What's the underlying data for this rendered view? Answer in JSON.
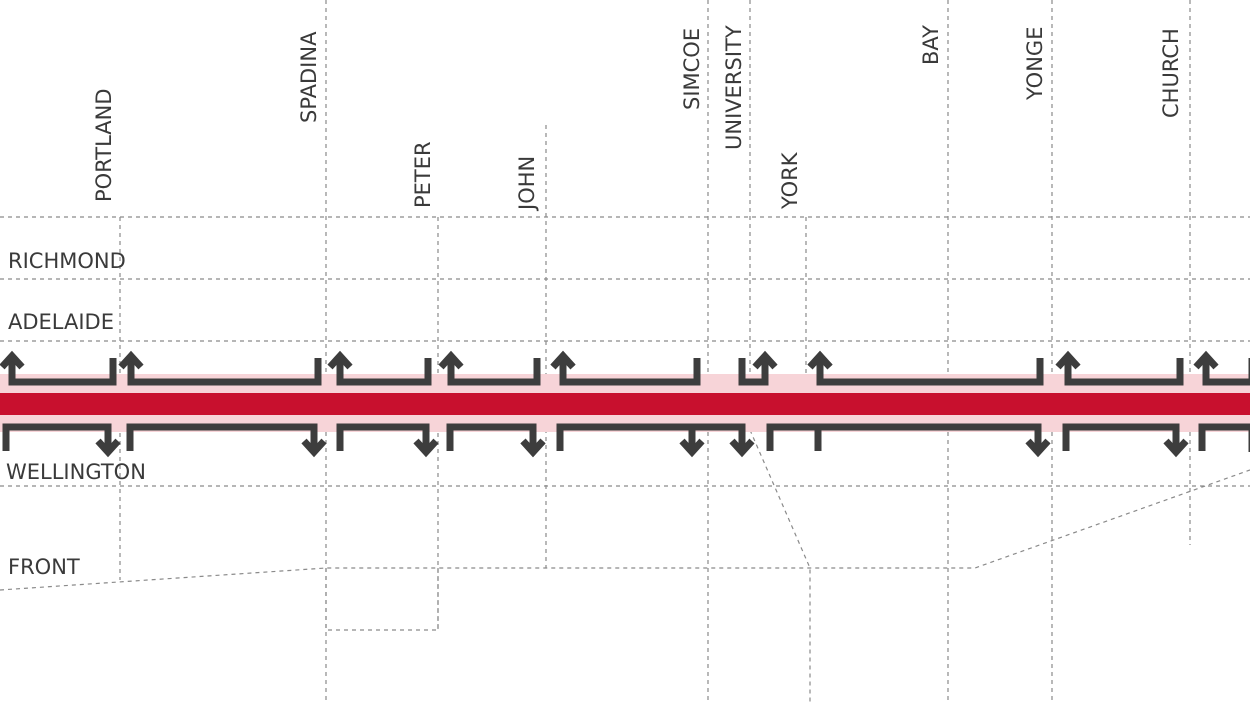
{
  "map": {
    "colors": {
      "street_line": "#8a8a8a",
      "corridor_core": "#c8102e",
      "corridor_halo": "#f7d4d8",
      "turn_arrow": "#3d3d3d",
      "label": "#3a3a3a"
    },
    "north_south_streets": {
      "portland": "PORTLAND",
      "spadina": "SPADINA",
      "peter": "PETER",
      "john": "JOHN",
      "simcoe": "SIMCOE",
      "university": "UNIVERSITY",
      "york": "YORK",
      "bay": "BAY",
      "yonge": "YONGE",
      "church": "CHURCH"
    },
    "east_west_streets": {
      "richmond": "RICHMOND",
      "adelaide": "ADELAIDE",
      "wellington": "WELLINGTON",
      "front": "FRONT"
    }
  }
}
